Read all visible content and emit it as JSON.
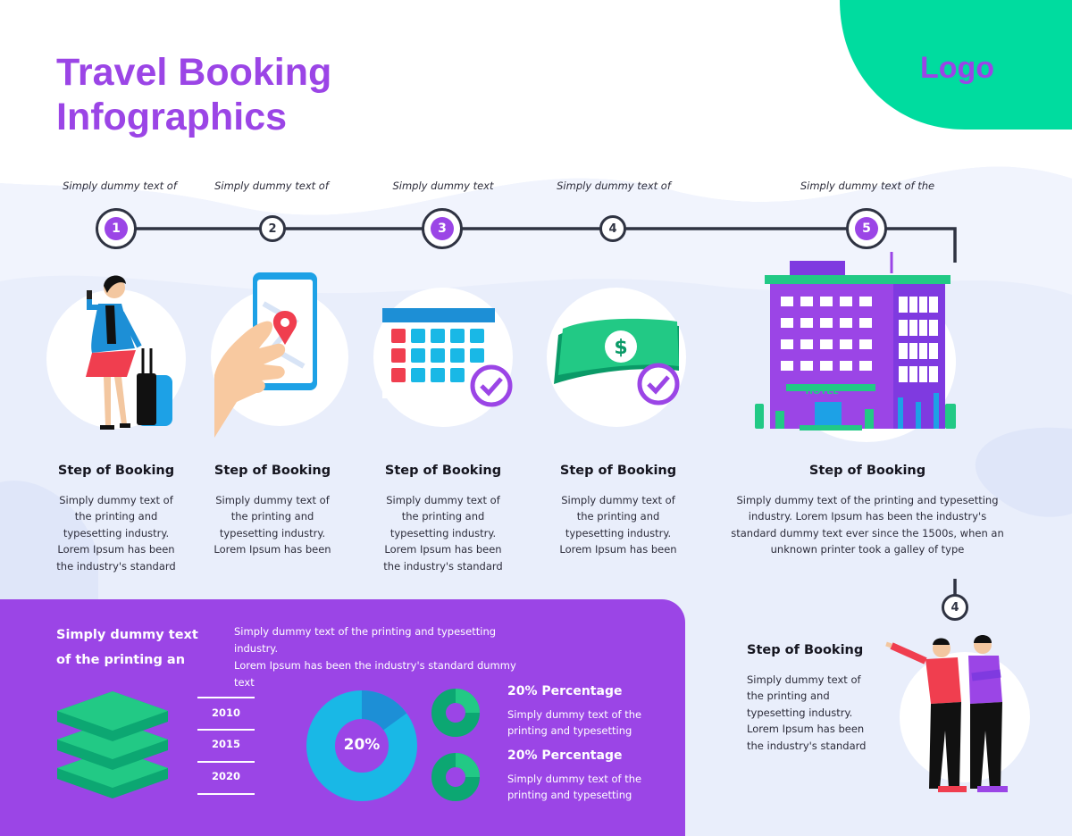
{
  "header": {
    "title_line1": "Travel Booking",
    "title_line2": "Infographics",
    "logo": "Logo"
  },
  "colors": {
    "accent_purple": "#9b45e6",
    "accent_green": "#00dc9f",
    "background": "#e9eefb",
    "text_dark": "#15151f",
    "line": "#2f3342"
  },
  "timeline": {
    "steps": [
      {
        "number": "1",
        "caption": "Simply dummy text of",
        "icon": "traveler-with-luggage-icon",
        "title": "Step of Booking",
        "text": [
          "Simply dummy text of",
          "the printing and",
          "typesetting industry.",
          "Lorem Ipsum has been",
          "the industry's standard"
        ]
      },
      {
        "number": "2",
        "caption": "Simply dummy text of",
        "icon": "phone-map-pin-icon",
        "title": "Step of Booking",
        "text": [
          "Simply dummy text of",
          "the printing and",
          "typesetting industry.",
          "Lorem Ipsum has been"
        ]
      },
      {
        "number": "3",
        "caption": "Simply dummy text",
        "icon": "calendar-check-icon",
        "title": "Step of Booking",
        "text": [
          "Simply dummy text of",
          "the printing and",
          "typesetting industry.",
          "Lorem Ipsum has been",
          "the industry's standard"
        ]
      },
      {
        "number": "4",
        "caption": "Simply dummy text of",
        "icon": "money-check-icon",
        "title": "Step of Booking",
        "text": [
          "Simply dummy text of",
          "the printing and",
          "typesetting industry.",
          "Lorem Ipsum has been"
        ]
      },
      {
        "number": "5",
        "caption": "Simply dummy text of the",
        "icon": "hotel-building-icon",
        "title": "Step of Booking",
        "text": [
          "Simply dummy text of the printing and typesetting",
          "industry. Lorem Ipsum has been the industry's",
          "standard dummy text ever since the 1500s, when an",
          "unknown printer took a galley of type"
        ]
      }
    ],
    "extra_step": {
      "number": "4",
      "icon": "two-people-icon",
      "title": "Step of Booking",
      "text": [
        "Simply dummy text of",
        "the printing and",
        "typesetting industry.",
        "Lorem Ipsum has been",
        "the industry's standard"
      ]
    }
  },
  "panel": {
    "heading_line1": "Simply dummy text",
    "heading_line2": "of the printing an",
    "intro_line1": "Simply dummy text of the printing and typesetting industry.",
    "intro_line2": "Lorem Ipsum has been the industry's standard dummy text",
    "years": [
      "2010",
      "2015",
      "2020"
    ],
    "donut_label": "20%",
    "percentages": [
      {
        "title": "20% Percentage",
        "text": [
          "Simply dummy text of the",
          "printing and typesetting"
        ]
      },
      {
        "title": "20% Percentage",
        "text": [
          "Simply dummy text of the",
          "printing and typesetting"
        ]
      }
    ]
  }
}
